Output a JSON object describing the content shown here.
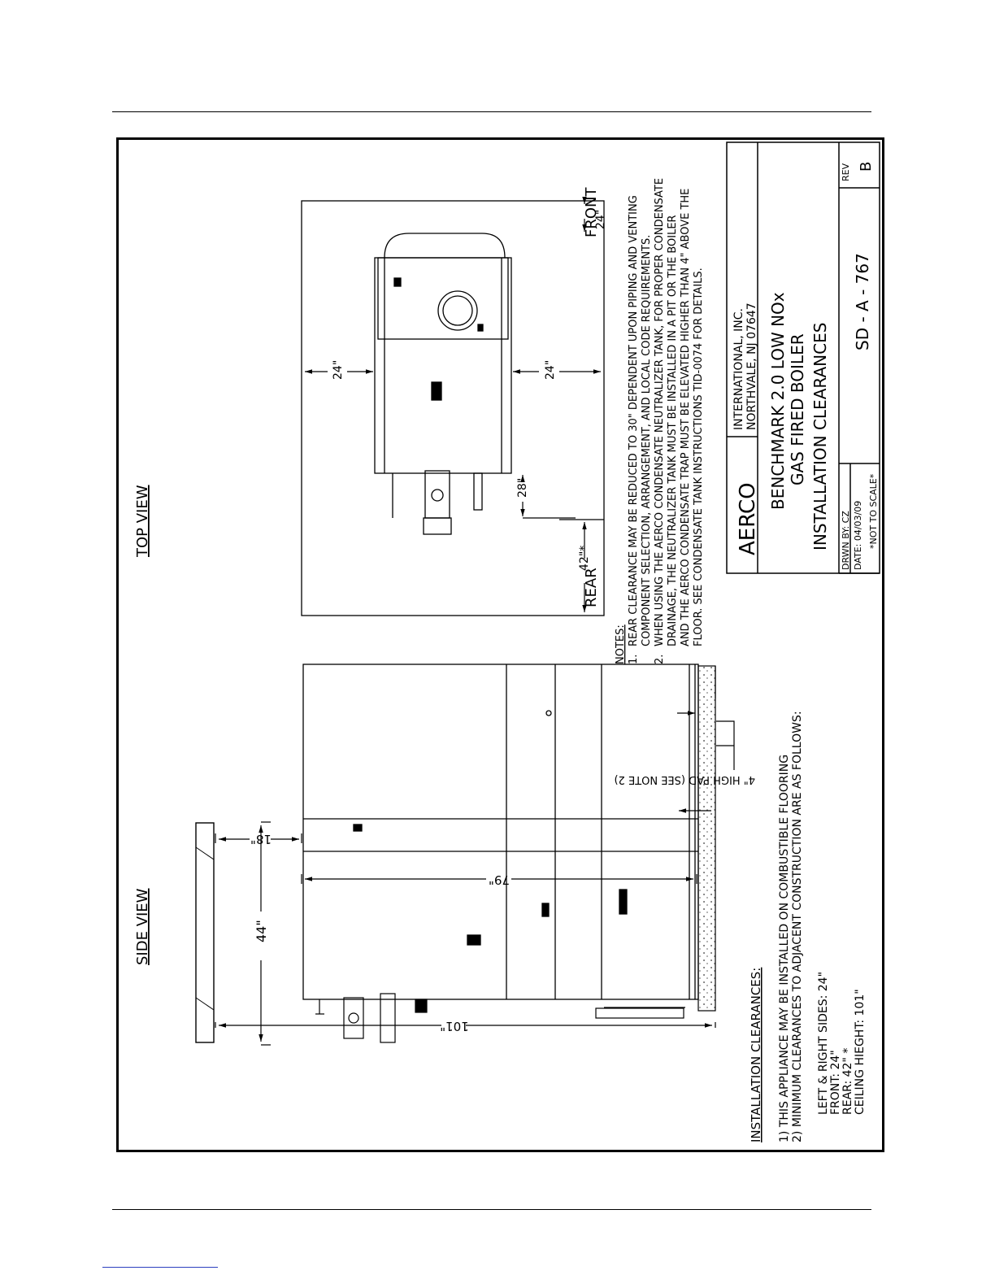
{
  "views": {
    "side": "SIDE VIEW",
    "top": "TOP VIEW"
  },
  "side_dims": {
    "total_height": "101\"",
    "top_clearance": "18\"",
    "unit_height": "79\"",
    "depth": "44\"",
    "pad_note": "4\" HIGH PAD (SEE NOTE 2)"
  },
  "top_dims": {
    "front": "24\"",
    "side_left": "24\"",
    "side_right": "24\"",
    "rear": "42\"*",
    "rear_inner": "28\"",
    "front_label": "FRONT",
    "rear_label": "REAR"
  },
  "notes": {
    "heading": "NOTES:",
    "items": [
      {
        "num": "1.",
        "lines": [
          "REAR CLEARANCE MAY BE REDUCED TO 30\" DEPENDENT UPON PIPING AND VENTING",
          "COMPONENT SELECTION, ARRANGEMENT, AND LOCAL CODE REQUIREMENTS."
        ]
      },
      {
        "num": "2.",
        "lines": [
          "WHEN USING THE AERCO CONDENSATE NEUTRALIZER TANK, FOR PROPER CONDENSATE",
          "DRAINAGE, THE NEUTRALIZER TANK MUST BE INSTALLED IN A PIT OR THE BOILER",
          "AND THE AERCO CONDENSATE TRAP MUST BE ELEVATED HIGHER THAN 4\" ABOVE THE",
          "FLOOR. SEE CONDENSATE TANK INSTRUCTIONS TID-0074 FOR DETAILS."
        ]
      }
    ]
  },
  "clearances": {
    "heading": "INSTALLATION CLEARANCES:",
    "lines": [
      "1) THIS APPLIANCE MAY BE INSTALLED ON COMBUSTIBLE FLOORING",
      "2) MINIMUM CLEARANCES TO ADJACENT CONSTRUCTION ARE AS FOLLOWS:"
    ],
    "values": [
      "LEFT & RIGHT SIDES: 24\"",
      "FRONT: 24\"",
      "REAR: 42\" *",
      "CEILING HIEGHT: 101\""
    ]
  },
  "title_block": {
    "company": "AERCO",
    "company_line1": "INTERNATIONAL, INC.",
    "company_line2": "NORTHVALE, NJ 07647",
    "title_line1": "BENCHMARK 2.0 LOW NOx",
    "title_line2": "GAS FIRED BOILER",
    "title_line3": "INSTALLATION CLEARANCES",
    "drawn_by": "DRWN BY: CZ",
    "date": "DATE: 04/03/09",
    "drawing_no": "SD - A - 767",
    "rev_label": "REV",
    "rev": "B",
    "scale_note": "*NOT TO SCALE*"
  }
}
